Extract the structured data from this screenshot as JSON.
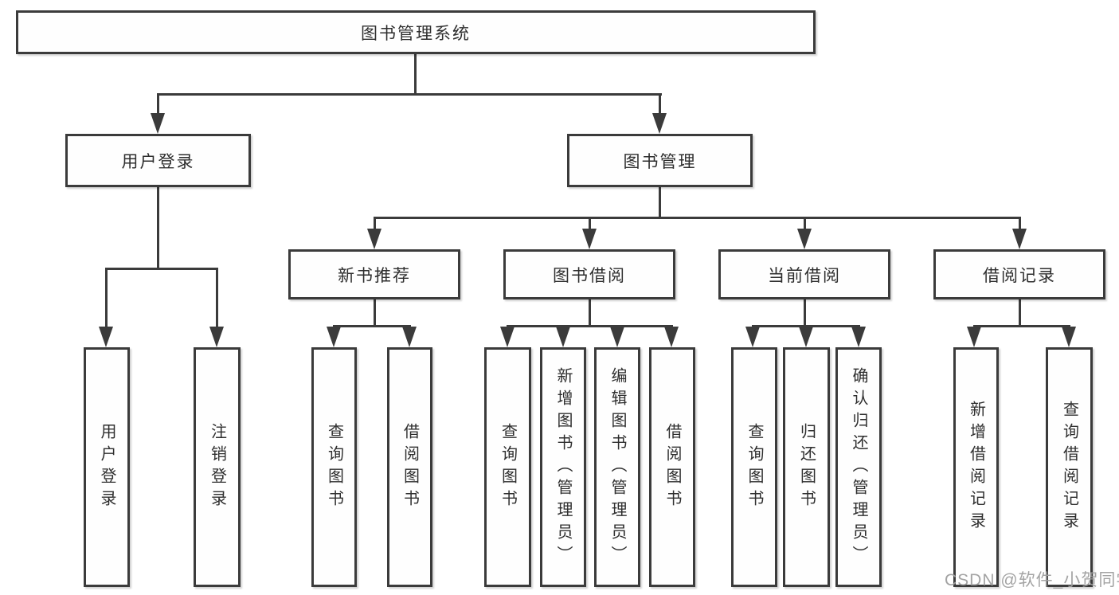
{
  "diagram": {
    "root": {
      "label": "图书管理系统",
      "children": [
        {
          "label": "用户登录",
          "children": [
            {
              "label": "用户登录"
            },
            {
              "label": "注销登录"
            }
          ]
        },
        {
          "label": "图书管理",
          "children": [
            {
              "label": "新书推荐",
              "children": [
                {
                  "label": "查询图书"
                },
                {
                  "label": "借阅图书"
                }
              ]
            },
            {
              "label": "图书借阅",
              "children": [
                {
                  "label": "查询图书"
                },
                {
                  "label": "新增图书（管理员）"
                },
                {
                  "label": "编辑图书（管理员）"
                },
                {
                  "label": "借阅图书"
                }
              ]
            },
            {
              "label": "当前借阅",
              "children": [
                {
                  "label": "查询图书"
                },
                {
                  "label": "归还图书"
                },
                {
                  "label": "确认归还（管理员）"
                }
              ]
            },
            {
              "label": "借阅记录",
              "children": [
                {
                  "label": "新增借阅记录"
                },
                {
                  "label": "查询借阅记录"
                }
              ]
            }
          ]
        }
      ]
    }
  },
  "watermark": {
    "text": "CSDN @软件_小贺同学"
  },
  "colors": {
    "line": "#3b3b3b",
    "text": "#2e2e2e",
    "box_fill": "#fefefe",
    "background": "#ffffff",
    "watermark": "#9e9e9e"
  }
}
